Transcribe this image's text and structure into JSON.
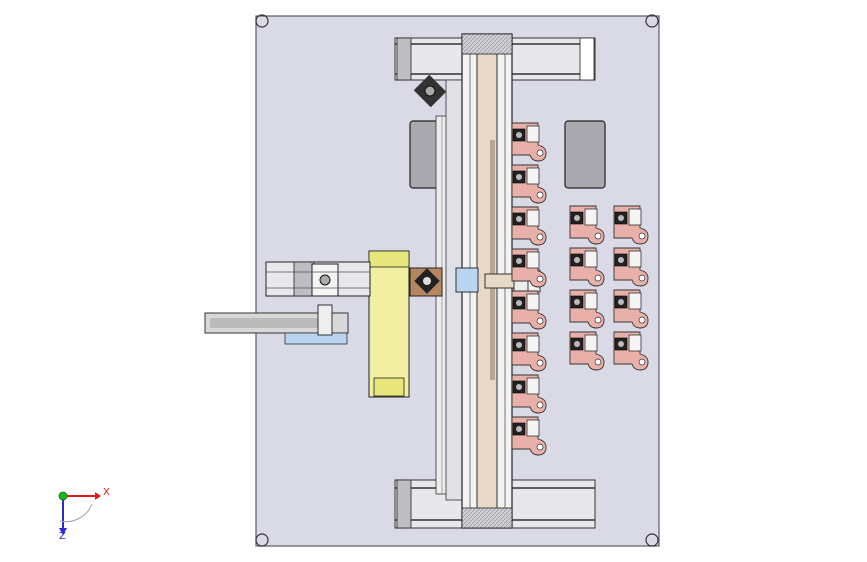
{
  "view": {
    "background": "#ffffff",
    "plate_color": "#d9dae6",
    "frame_color": "#ecebea",
    "rail_color": "#e8d8c6",
    "part_color": "#e8b0a8",
    "feeder_color": "#f0f0a0",
    "pad_color": "#b8d4f0"
  },
  "triad": {
    "x_label": "X",
    "z_label": "Z",
    "x_color": "#e21a1a",
    "y_color": "#18b81c",
    "z_color": "#2b2bd6"
  },
  "fixtures": {
    "center_column_count": 8,
    "right_grid_rows": 4,
    "right_grid_cols": 2
  }
}
